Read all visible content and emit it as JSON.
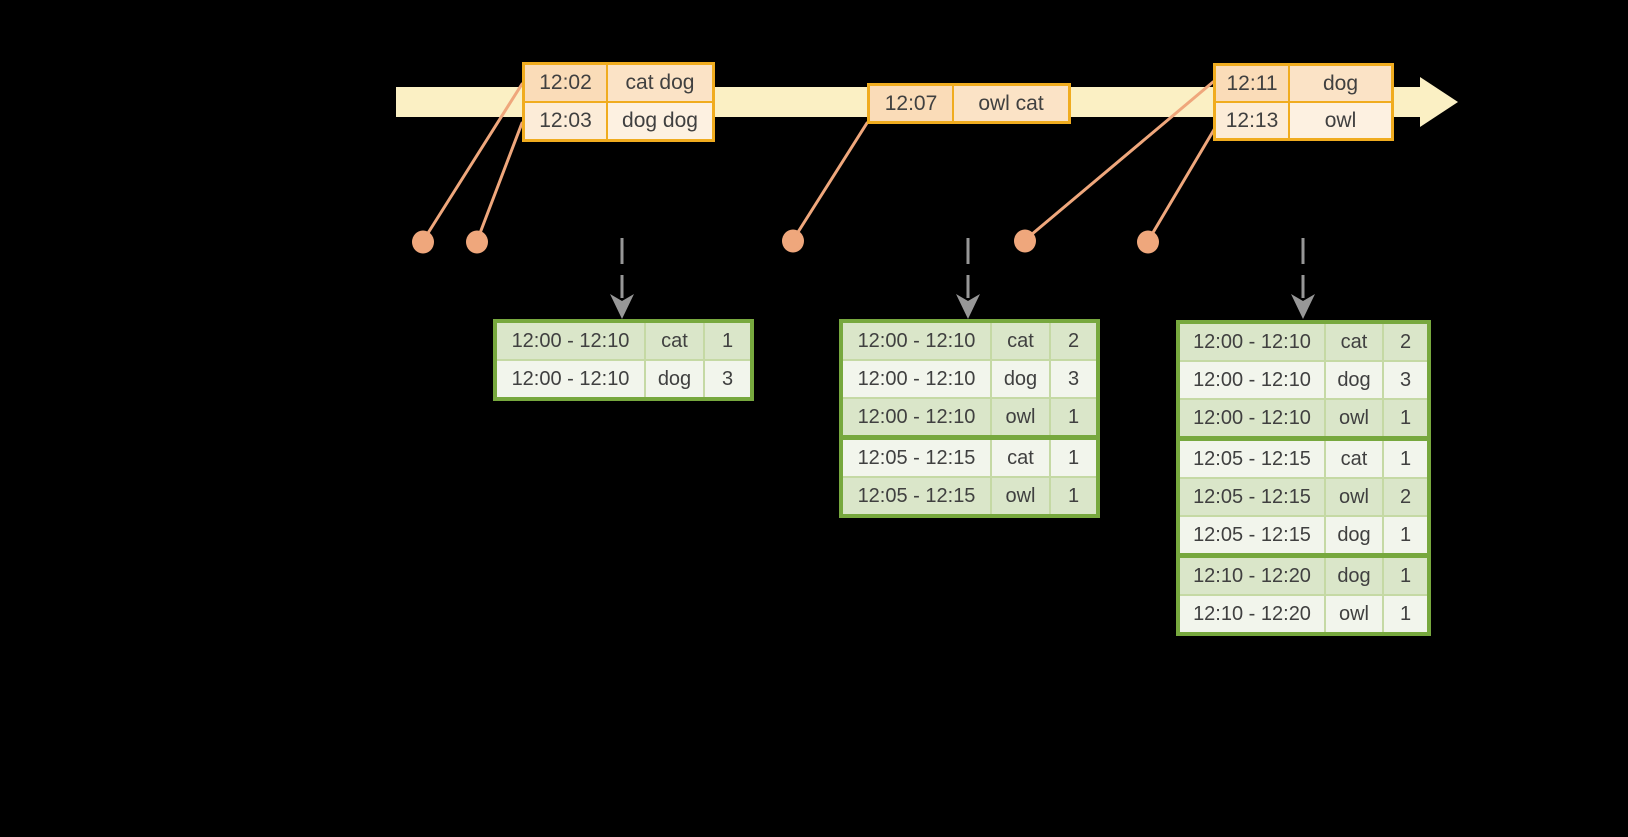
{
  "colors": {
    "timeline_band": "#FBF0C4",
    "event_border": "#F0AC1F",
    "event_time_a": "#FADCB8",
    "event_words_a": "#FBE3C6",
    "event_time_b": "#FCECD8",
    "event_words_b": "#FDF1E1",
    "salmon": "#EFA77C",
    "gray_arrow": "#979797",
    "green_border": "#77A83E",
    "green_row": "#DAE6C9",
    "white_row": "#F2F5EC",
    "thin_sep": "#C5D9A4",
    "text": "#404040",
    "bg": "#000000"
  },
  "event_tables": [
    {
      "rows": [
        {
          "time": "12:02",
          "words": "cat dog"
        },
        {
          "time": "12:03",
          "words": "dog dog"
        }
      ]
    },
    {
      "rows": [
        {
          "time": "12:07",
          "words": "owl cat"
        }
      ]
    },
    {
      "rows": [
        {
          "time": "12:11",
          "words": "dog"
        },
        {
          "time": "12:13",
          "words": "owl"
        }
      ]
    }
  ],
  "result_tables": [
    {
      "rows": [
        {
          "window": "12:00 - 12:10",
          "word": "cat",
          "count": "1"
        },
        {
          "window": "12:00 - 12:10",
          "word": "dog",
          "count": "3"
        }
      ]
    },
    {
      "rows": [
        {
          "window": "12:00 - 12:10",
          "word": "cat",
          "count": "2"
        },
        {
          "window": "12:00 - 12:10",
          "word": "dog",
          "count": "3"
        },
        {
          "window": "12:00 - 12:10",
          "word": "owl",
          "count": "1"
        },
        {
          "window": "12:05 - 12:15",
          "word": "cat",
          "count": "1"
        },
        {
          "window": "12:05 - 12:15",
          "word": "owl",
          "count": "1"
        }
      ]
    },
    {
      "rows": [
        {
          "window": "12:00 - 12:10",
          "word": "cat",
          "count": "2"
        },
        {
          "window": "12:00 - 12:10",
          "word": "dog",
          "count": "3"
        },
        {
          "window": "12:00 - 12:10",
          "word": "owl",
          "count": "1"
        },
        {
          "window": "12:05 - 12:15",
          "word": "cat",
          "count": "1"
        },
        {
          "window": "12:05 - 12:15",
          "word": "owl",
          "count": "2"
        },
        {
          "window": "12:05 - 12:15",
          "word": "dog",
          "count": "1"
        },
        {
          "window": "12:10 - 12:20",
          "word": "dog",
          "count": "1"
        },
        {
          "window": "12:10 - 12:20",
          "word": "owl",
          "count": "1"
        }
      ]
    }
  ]
}
